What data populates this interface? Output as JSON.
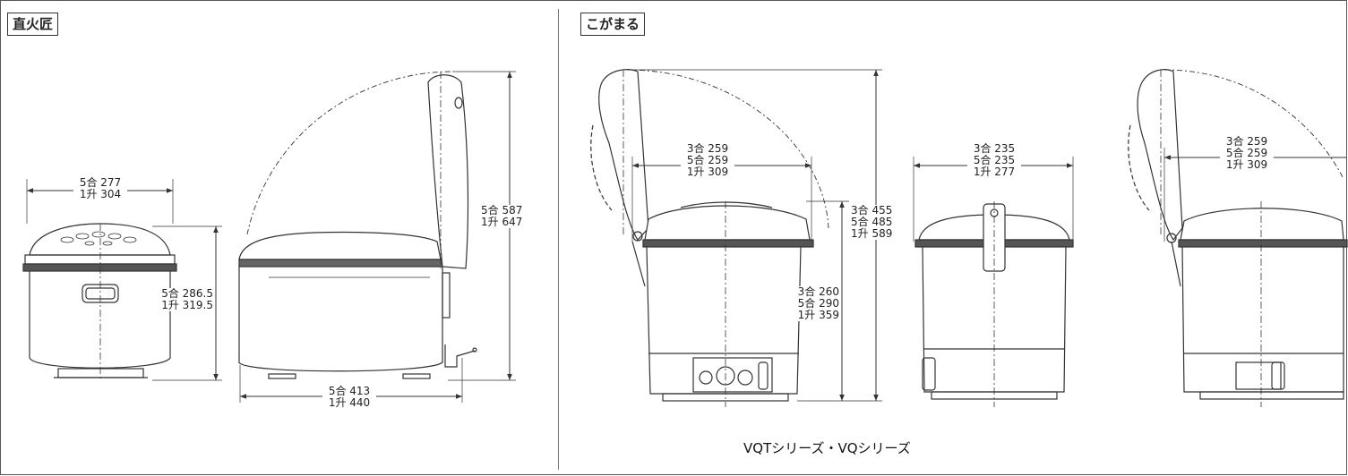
{
  "sections": {
    "left_label": "直火匠",
    "right_label": "こがまる"
  },
  "dims": {
    "d1_front_width": [
      "5合 277",
      "1升 304"
    ],
    "d1_front_height": [
      "5合 286.5",
      "1升 319.5"
    ],
    "d1_side_depth": [
      "5合 413",
      "1升 440"
    ],
    "d1_open_height": [
      "5合 587",
      "1升 647"
    ],
    "vq_open_width": [
      "3合 259",
      "5合 259",
      "1升 309"
    ],
    "vq_open_height": [
      "3合 455",
      "5合 485",
      "1升 589"
    ],
    "vq_body_height": [
      "3合 260",
      "5合 290",
      "1升 359"
    ],
    "vq_front_width": [
      "3合 235",
      "5合 235",
      "1升 277"
    ],
    "vq_side_open_width": [
      "3合 259",
      "5合 259",
      "1升 309"
    ]
  },
  "caption": "VQTシリーズ・VQシリーズ",
  "colors": {
    "line": "#333333",
    "dash": "#444444",
    "panel": "#ffffff"
  }
}
